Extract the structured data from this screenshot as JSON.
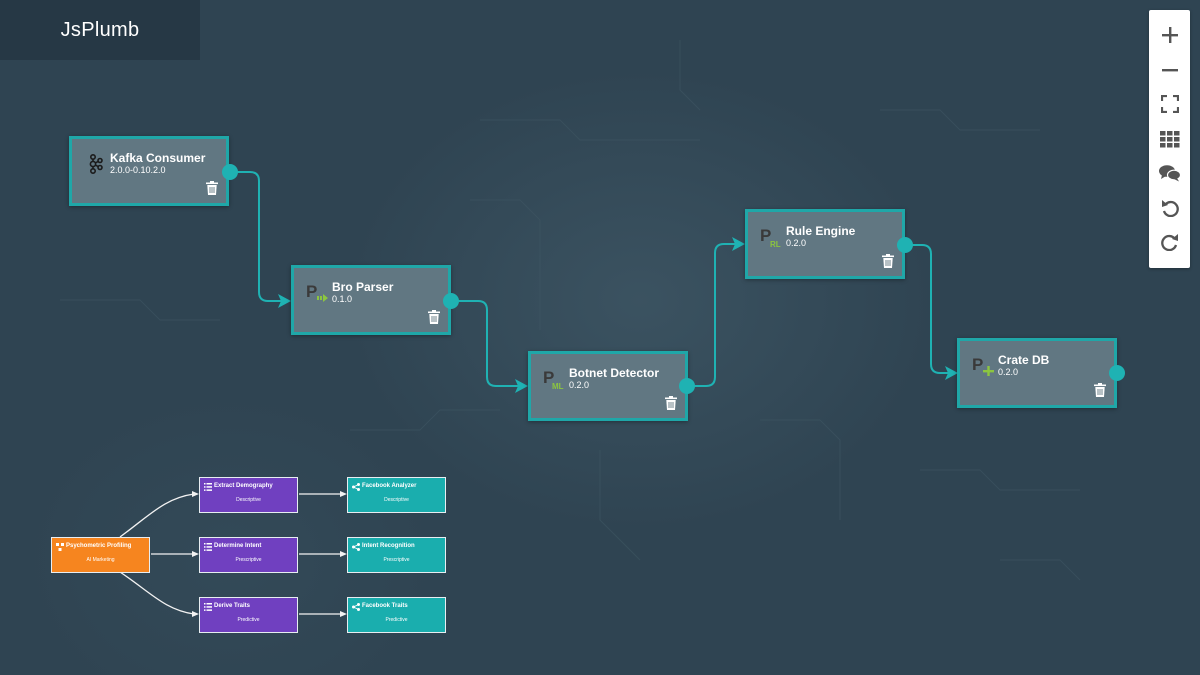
{
  "brand": {
    "title": "JsPlumb"
  },
  "colors": {
    "accent": "#1fa7a8",
    "node_bg": "#617782",
    "canvas_bg": "#2f4452",
    "orange": "#f6851f",
    "purple": "#7040c0",
    "teal": "#1aaeae"
  },
  "nodes": [
    {
      "id": "kafka",
      "title": "Kafka Consumer",
      "version": "2.0.0-0.10.2.0",
      "icon": "kafka-icon"
    },
    {
      "id": "bro",
      "title": "Bro Parser",
      "version": "0.1.0",
      "icon": "parser-icon"
    },
    {
      "id": "botnet",
      "title": "Botnet Detector",
      "version": "0.2.0",
      "icon": "ml-icon"
    },
    {
      "id": "rule",
      "title": "Rule Engine",
      "version": "0.2.0",
      "icon": "rule-icon"
    },
    {
      "id": "crate",
      "title": "Crate DB",
      "version": "0.2.0",
      "icon": "sink-icon"
    }
  ],
  "connections": [
    [
      "kafka",
      "bro"
    ],
    [
      "bro",
      "botnet"
    ],
    [
      "botnet",
      "rule"
    ],
    [
      "rule",
      "crate"
    ]
  ],
  "toolbar": [
    {
      "name": "zoom-in-button",
      "icon": "plus-icon"
    },
    {
      "name": "zoom-out-button",
      "icon": "minus-icon"
    },
    {
      "name": "fit-screen-button",
      "icon": "fullscreen-icon"
    },
    {
      "name": "grid-button",
      "icon": "grid-icon"
    },
    {
      "name": "comments-button",
      "icon": "chat-icon"
    },
    {
      "name": "undo-button",
      "icon": "undo-icon"
    },
    {
      "name": "redo-button",
      "icon": "redo-icon"
    }
  ],
  "mini_flow": {
    "root": {
      "title": "Psychometric Profiling",
      "subtitle": "AI Marketing"
    },
    "middle": [
      {
        "title": "Extract Demography",
        "subtitle": "Descriptive"
      },
      {
        "title": "Determine Intent",
        "subtitle": "Prescriptive"
      },
      {
        "title": "Derive Traits",
        "subtitle": "Predictive"
      }
    ],
    "right": [
      {
        "title": "Facebook Analyzer",
        "subtitle": "Descriptive"
      },
      {
        "title": "Intent Recognition",
        "subtitle": "Prescriptive"
      },
      {
        "title": "Facebook Traits",
        "subtitle": "Predictive"
      }
    ]
  }
}
